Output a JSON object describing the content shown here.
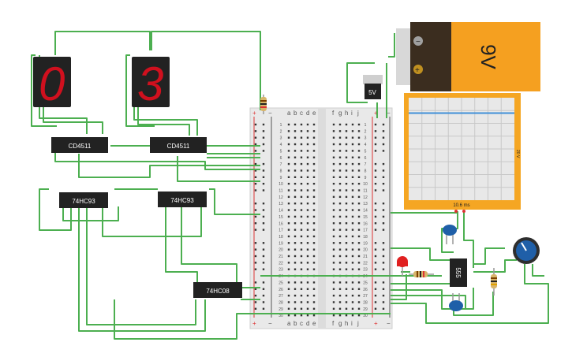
{
  "colors": {
    "wire": "#4caf50",
    "chip": "#222222",
    "seg_on": "#d0101e",
    "seg_off": "#3a3a3a",
    "battery": "#f5a020",
    "scope_frame": "#f5a623",
    "scope_trace": "#3f8fd8",
    "breadboard": "#e9e9e9",
    "led": "#e02020",
    "capacitor": "#1f5fa8"
  },
  "breadboard": {
    "columns_left": [
      "a",
      "b",
      "c",
      "d",
      "e"
    ],
    "columns_right": [
      "f",
      "g",
      "h",
      "i",
      "j"
    ],
    "plus_sign": "+",
    "minus_sign": "−",
    "row_count": 30
  },
  "chips": {
    "decoder_left": "CD4511",
    "decoder_right": "CD4511",
    "counter_left": "74HC93",
    "counter_right": "74HC93",
    "and_gate": "74HC08",
    "timer": "555"
  },
  "displays": {
    "left_digit": "0",
    "right_digit": "3"
  },
  "battery": {
    "label": "9V",
    "minus": "−",
    "plus": "+"
  },
  "regulator": {
    "label": "5V"
  },
  "oscilloscope": {
    "timebase": "10.6 ms",
    "volts": "20 V",
    "trace_level": 0.15
  },
  "icons": [
    "potentiometer-icon",
    "led-icon",
    "capacitor-icon",
    "resistor-icon"
  ]
}
